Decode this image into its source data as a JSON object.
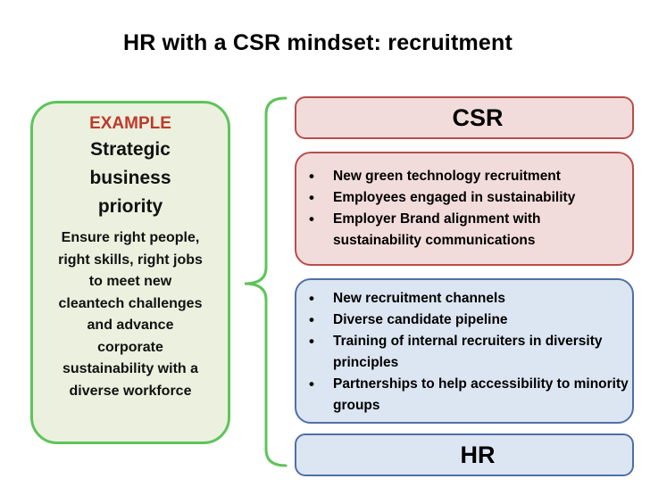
{
  "title": "HR with a CSR mindset: recruitment",
  "example": {
    "label": "EXAMPLE",
    "priority_lines": [
      "Strategic",
      "business",
      "priority"
    ],
    "goal_lines": [
      "Ensure right people,",
      "right skills, right jobs",
      "to meet new",
      "cleantech challenges",
      "and advance",
      "corporate",
      "sustainability with a",
      "diverse workforce"
    ]
  },
  "csr": {
    "label": "CSR",
    "items": [
      "New green technology recruitment",
      "Employees engaged in sustainability",
      "Employer Brand alignment with sustainability communications"
    ]
  },
  "hr": {
    "label": "HR",
    "items": [
      "New recruitment channels",
      "Diverse candidate pipeline",
      "Training of internal recruiters in diversity principles",
      "Partnerships to help accessibility to minority groups"
    ]
  },
  "colors": {
    "green_border": "#5ec45a",
    "green_fill": "#ebf1de",
    "red_border": "#b84d4a",
    "red_fill": "#f2dcdb",
    "blue_border": "#4f6fa8",
    "blue_fill": "#dce6f2",
    "example_text": "#c0392b",
    "bracket": "#5ec45a"
  }
}
